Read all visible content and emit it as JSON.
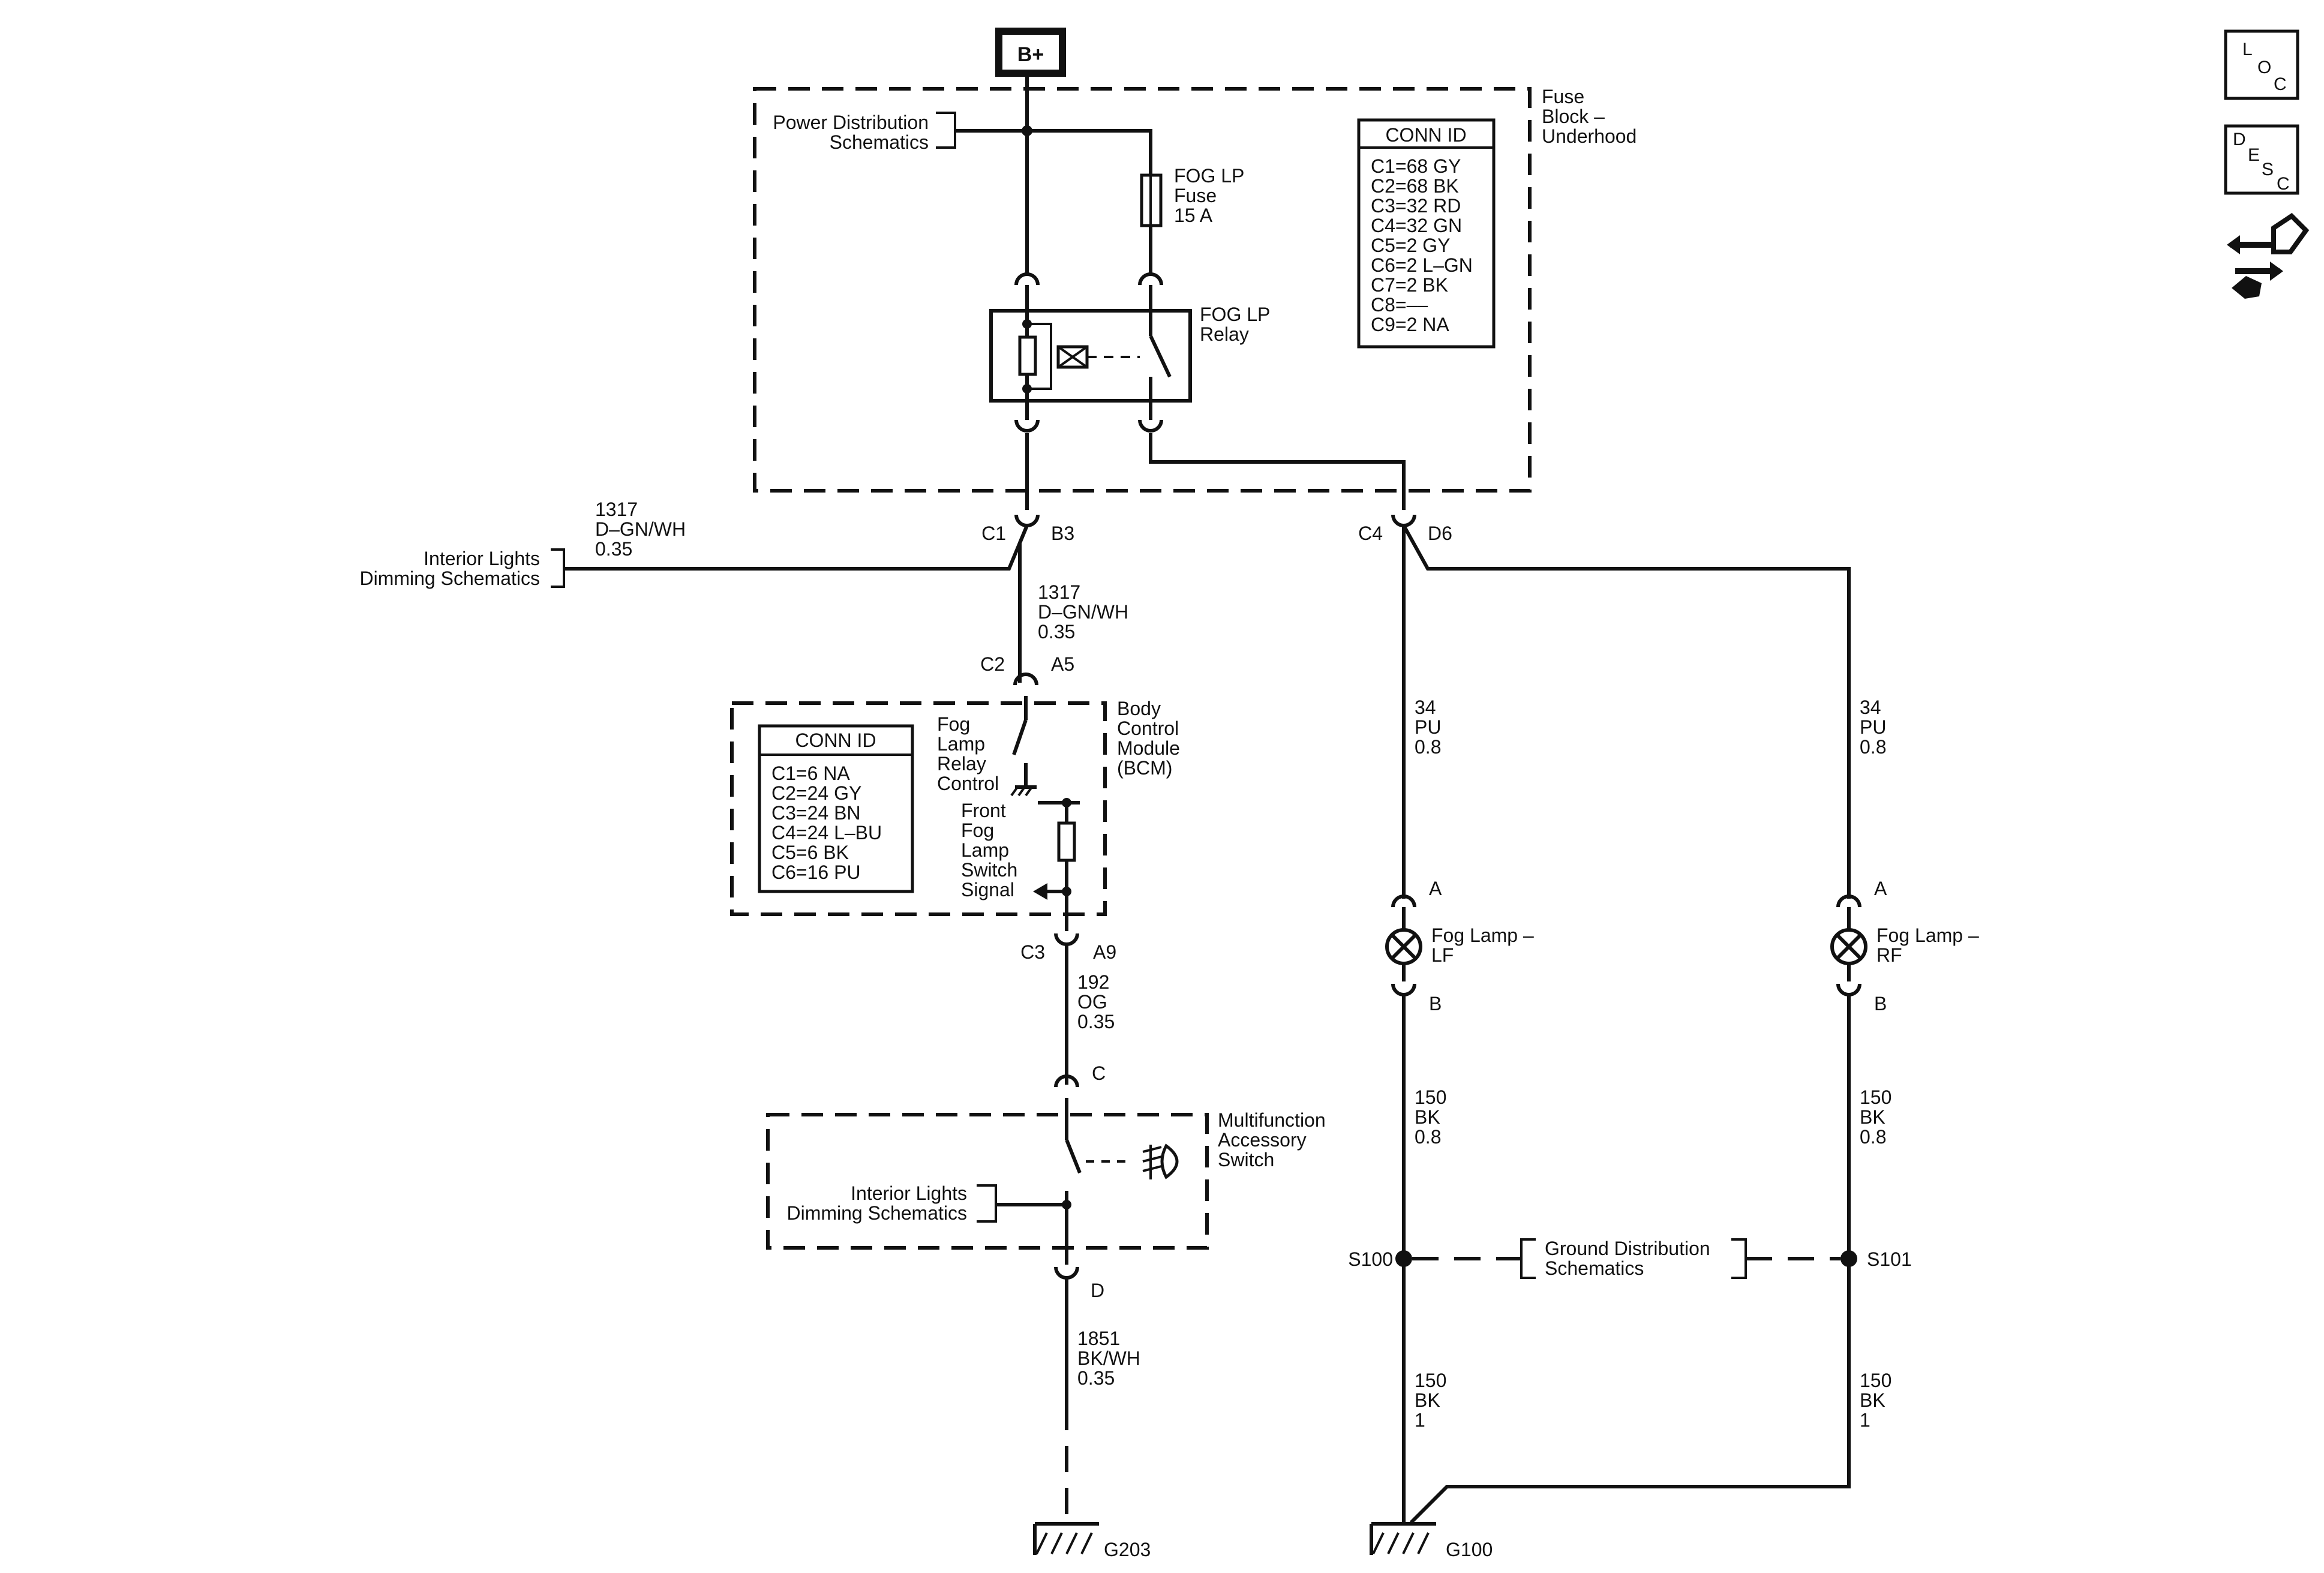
{
  "battery": {
    "label": "B+"
  },
  "fuse_block": {
    "title": [
      "Fuse",
      "Block –",
      "Underhood"
    ],
    "conn_id": {
      "header": "CONN ID",
      "rows": [
        "C1=68 GY",
        "C2=68 BK",
        "C3=32 RD",
        "C4=32 GN",
        "C5=2 GY",
        "C6=2 L–GN",
        "C7=2 BK",
        "C8=––",
        "C9=2 NA"
      ]
    },
    "power_ref": [
      "Power Distribution",
      "Schematics"
    ],
    "fuse": [
      "FOG LP",
      "Fuse",
      "15 A"
    ],
    "relay": [
      "FOG LP",
      "Relay"
    ]
  },
  "connectors": {
    "fb_left": [
      "C1",
      "B3"
    ],
    "fb_right": [
      "C4",
      "D6"
    ],
    "bcm_top": [
      "C2",
      "A5"
    ],
    "bcm_bottom": [
      "C3",
      "A9"
    ],
    "switch_top": "C",
    "switch_bottom": "D",
    "lf_top": "A",
    "lf_bottom": "B",
    "rf_top": "A",
    "rf_bottom": "B"
  },
  "wires": {
    "w1317_left": [
      "1317",
      "D–GN/WH",
      "0.35"
    ],
    "w1317_down": [
      "1317",
      "D–GN/WH",
      "0.35"
    ],
    "w192": [
      "192",
      "OG",
      "0.35"
    ],
    "w1851": [
      "1851",
      "BK/WH",
      "0.35"
    ],
    "w34_lf": [
      "34",
      "PU",
      "0.8"
    ],
    "w34_rf": [
      "34",
      "PU",
      "0.8"
    ],
    "w150_lf": [
      "150",
      "BK",
      "0.8"
    ],
    "w150_rf": [
      "150",
      "BK",
      "0.8"
    ],
    "w150_lf_low": [
      "150",
      "BK",
      "1"
    ],
    "w150_rf_low": [
      "150",
      "BK",
      "1"
    ]
  },
  "interior_ref_left": [
    "Interior Lights",
    "Dimming Schematics"
  ],
  "bcm": {
    "title": [
      "Body",
      "Control",
      "Module",
      "(BCM)"
    ],
    "conn_id": {
      "header": "CONN ID",
      "rows": [
        "C1=6 NA",
        "C2=24 GY",
        "C3=24 BN",
        "C4=24 L–BU",
        "C5=6 BK",
        "C6=16 PU"
      ]
    },
    "relay_control": [
      "Fog",
      "Lamp",
      "Relay",
      "Control"
    ],
    "switch_signal": [
      "Front",
      "Fog",
      "Lamp",
      "Switch",
      "Signal"
    ]
  },
  "switch": {
    "title": [
      "Multifunction",
      "Accessory",
      "Switch"
    ],
    "interior_ref": [
      "Interior Lights",
      "Dimming Schematics"
    ]
  },
  "lamps": {
    "lf": [
      "Fog Lamp –",
      "LF"
    ],
    "rf": [
      "Fog Lamp –",
      "RF"
    ]
  },
  "splices": {
    "s100": "S100",
    "s101": "S101"
  },
  "ground_ref": [
    "Ground Distribution",
    "Schematics"
  ],
  "grounds": {
    "g203": "G203",
    "g100": "G100"
  },
  "side_buttons": {
    "loc": [
      "L",
      "O",
      "C"
    ],
    "desc": [
      "D",
      "E",
      "S",
      "C"
    ],
    "nav_icon": "connector-navigation-icon"
  }
}
